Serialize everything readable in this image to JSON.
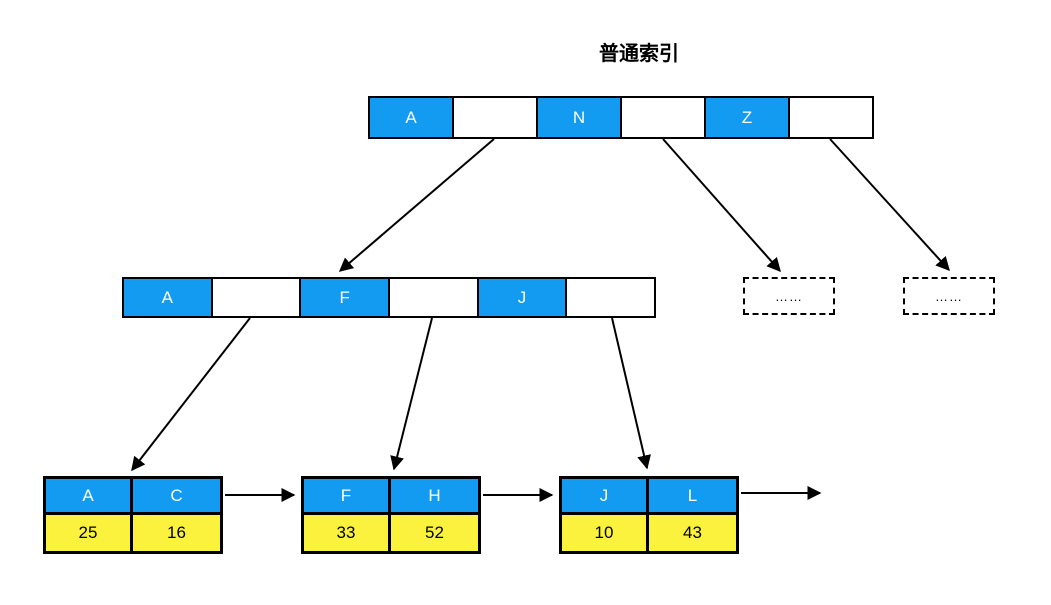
{
  "title": "普通索引",
  "colors": {
    "cell_blue": "#129BF1",
    "cell_yellow": "#FBF23D",
    "line_black": "#000000",
    "bg_white": "#FFFFFF"
  },
  "root_node": {
    "cells": [
      "A",
      "",
      "N",
      "",
      "Z",
      ""
    ]
  },
  "internal_node": {
    "cells": [
      "A",
      "",
      "F",
      "",
      "J",
      ""
    ]
  },
  "overflow_boxes": [
    "……",
    "……"
  ],
  "leaf_nodes": [
    {
      "keys": [
        "A",
        "C"
      ],
      "values": [
        "25",
        "16"
      ]
    },
    {
      "keys": [
        "F",
        "H"
      ],
      "values": [
        "33",
        "52"
      ]
    },
    {
      "keys": [
        "J",
        "L"
      ],
      "values": [
        "10",
        "43"
      ]
    }
  ]
}
